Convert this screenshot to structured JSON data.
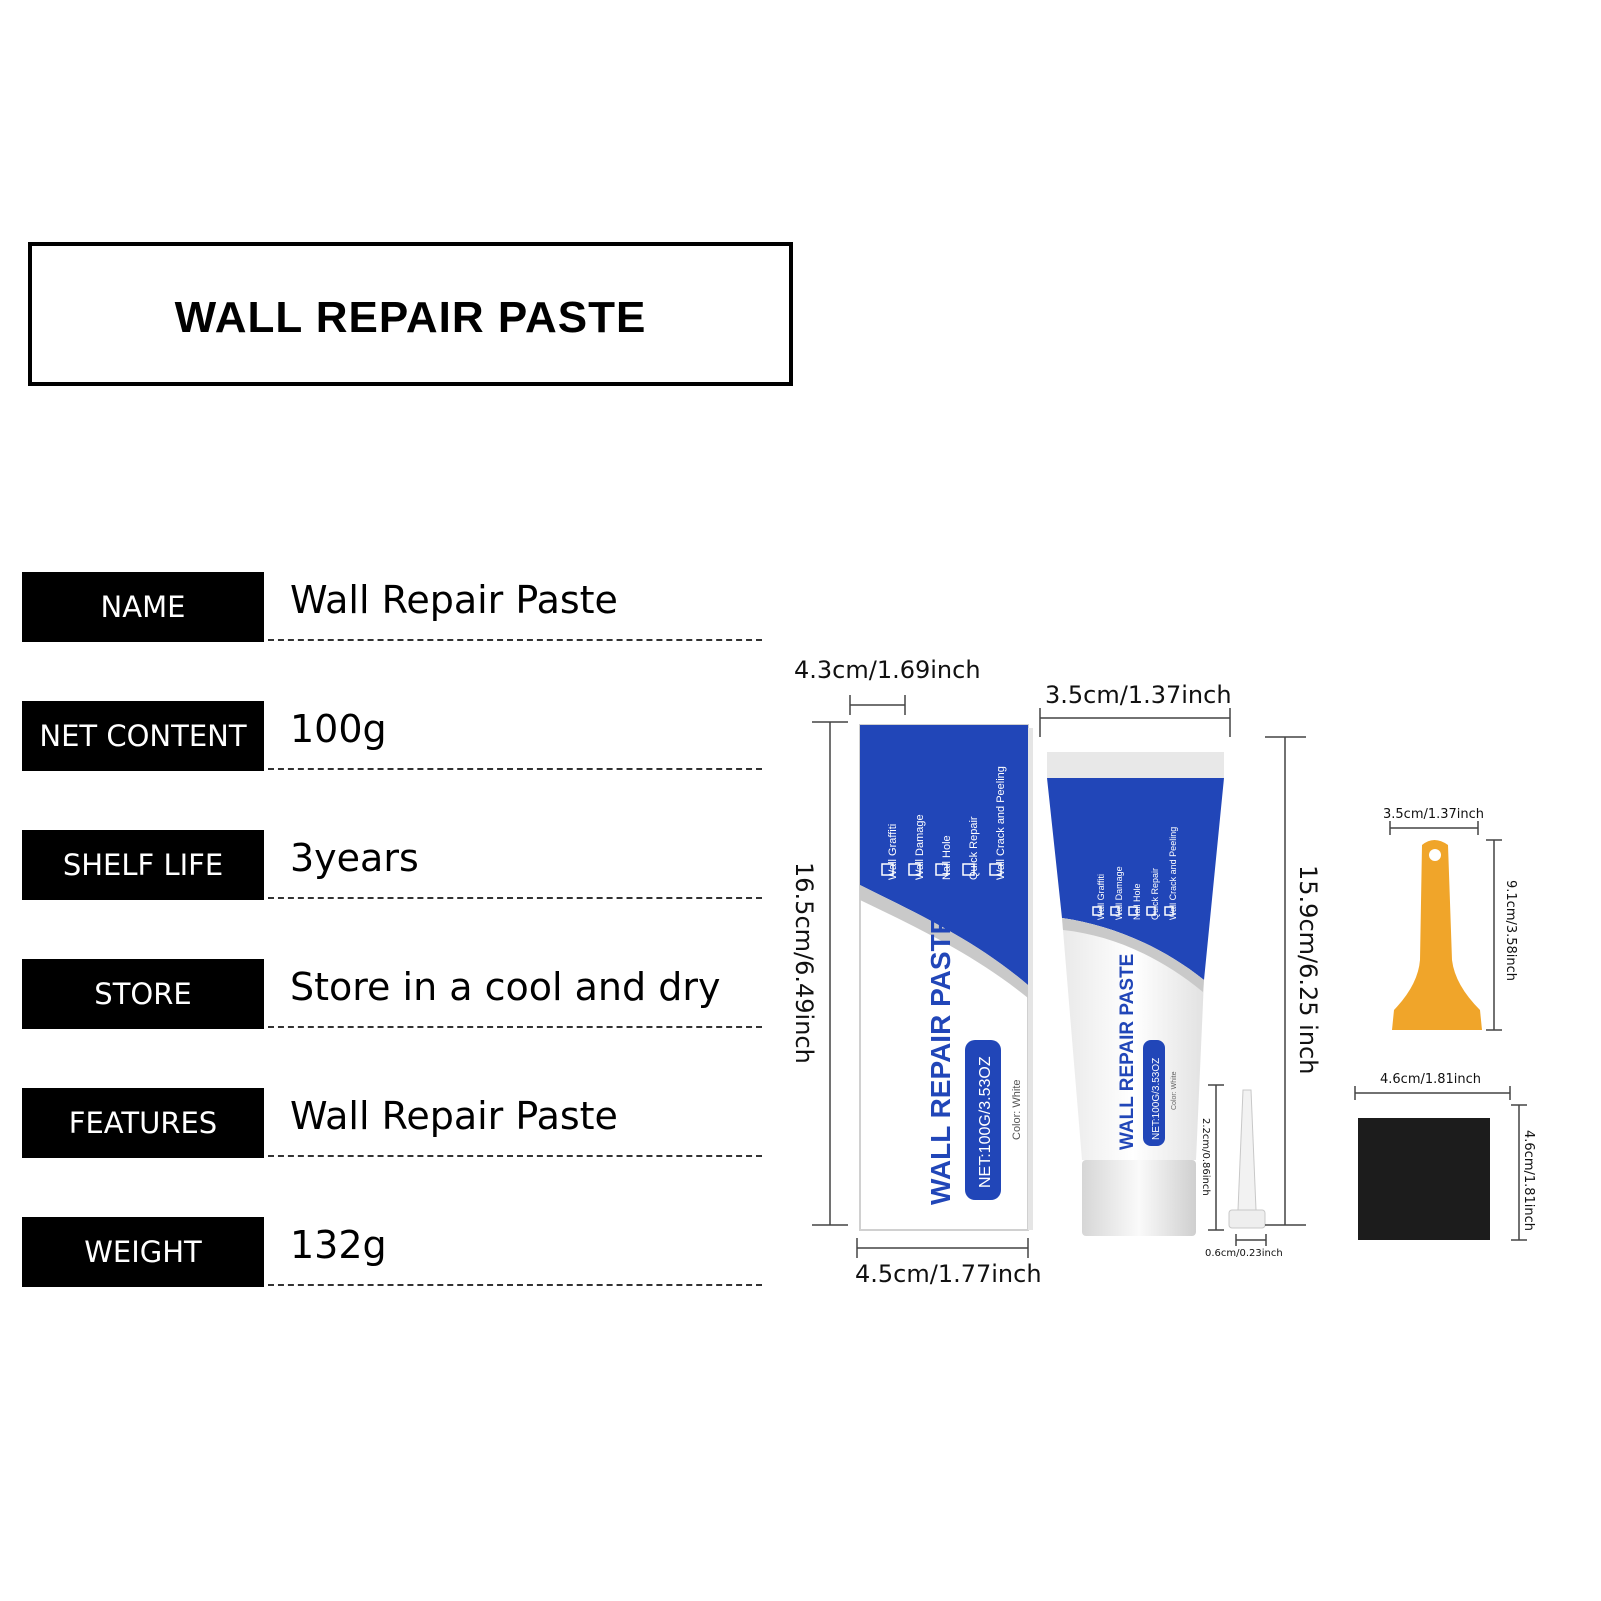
{
  "title": "WALL REPAIR PASTE",
  "specs": [
    {
      "label": "NAME",
      "value": "Wall Repair Paste"
    },
    {
      "label": "NET  CONTENT",
      "value": "100g"
    },
    {
      "label": "SHELF LIFE",
      "value": "3years"
    },
    {
      "label": "STORE",
      "value": "Store in a cool and dry"
    },
    {
      "label": "FEATURES",
      "value": "Wall Repair Paste"
    },
    {
      "label": "WEIGHT",
      "value": "132g"
    }
  ],
  "dimensions": {
    "box_depth": "4.3cm/1.69inch",
    "box_height": "16.5cm/6.49inch",
    "box_width": "4.5cm/1.77inch",
    "tube_width": "3.5cm/1.37inch",
    "tube_height": "15.9cm/6.25 inch",
    "nozzle_height": "2.2cm/0.86inch",
    "nozzle_width": "0.6cm/0.23inch",
    "scraper_width": "3.5cm/1.37inch",
    "scraper_height": "9.1cm/3.58inch",
    "sponge_width": "4.6cm/1.81inch",
    "sponge_height": "4.6cm/1.81inch"
  },
  "package": {
    "features": [
      "Wall Graffiti",
      "Wall Damage",
      "Nail Hole",
      "Quick Repair",
      "Wall Crack and Peeling"
    ],
    "brand": "WALL REPAIR PASTE",
    "net": "NET:100G/3.53OZ",
    "color": "Color: White"
  },
  "colors": {
    "brand_blue": "#2146b8",
    "scraper": "#f0a52a",
    "sponge": "#1c1c1c",
    "label_bg": "#000000"
  }
}
